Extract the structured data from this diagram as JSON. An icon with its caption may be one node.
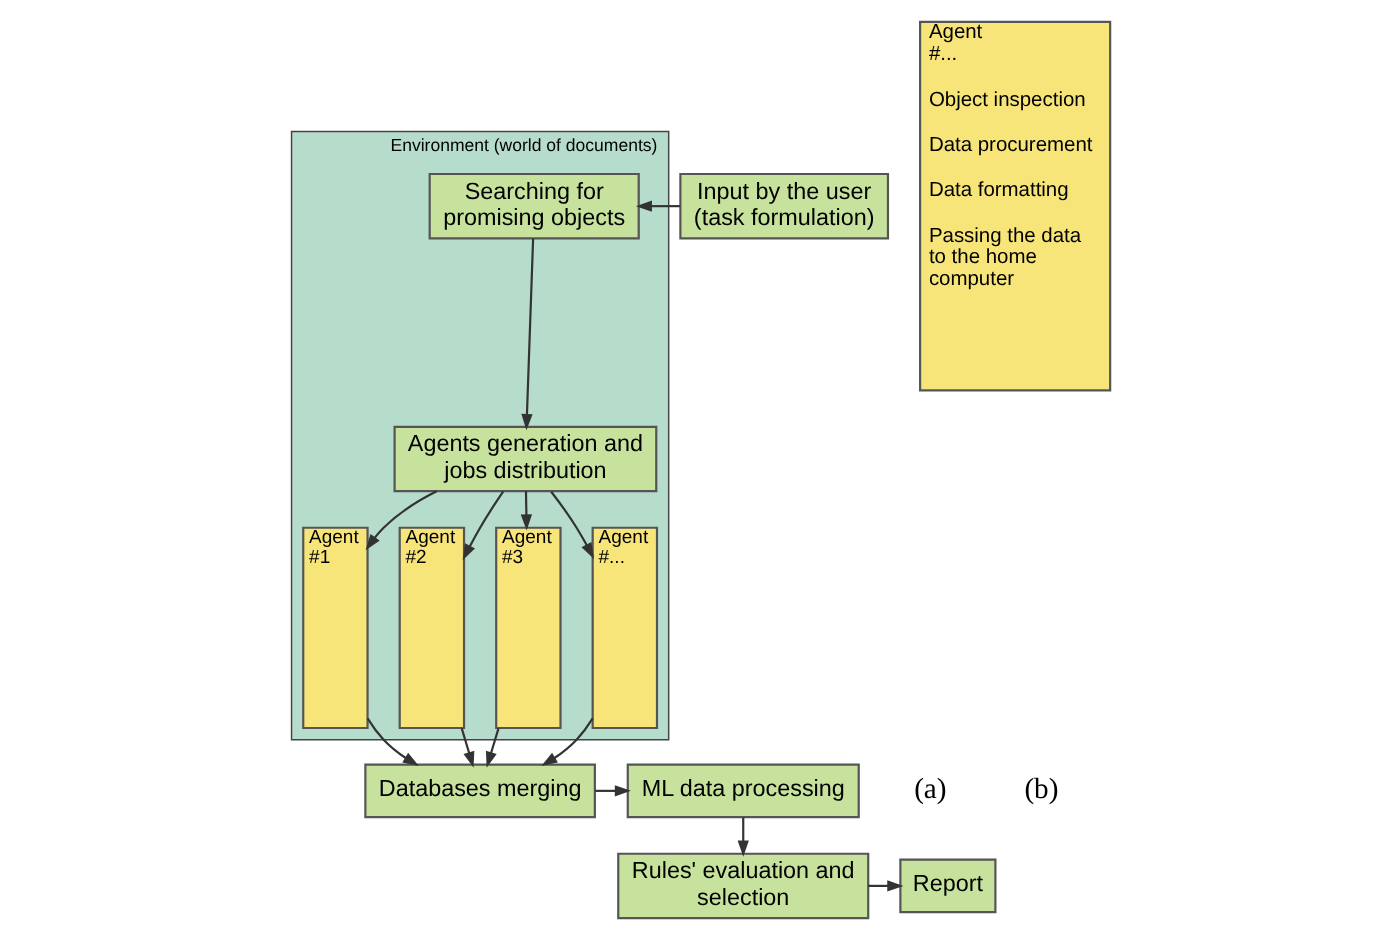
{
  "diagram": {
    "nodes": [
      {
        "text": [
          "Environment (world of documents)"
        ]
      },
      {
        "text": [
          "Input by the user (task formulation)"
        ]
      },
      {
        "text": [
          "Searching for promising objects"
        ],
        "in": 0
      },
      {
        "text": [
          "Agents generation and jobs distribution"
        ],
        "in": 0
      },
      {
        "text": [
          "Agent #1"
        ],
        "in": 0
      },
      {
        "text": [
          "Agent #2"
        ],
        "in": 0
      },
      {
        "text": [
          "Agent #3"
        ],
        "in": 0
      },
      {
        "text": [
          "Agent #..."
        ],
        "in": 0
      },
      {
        "text": [
          "Agent #...",
          "Object inspection",
          "Data procurement",
          "Data formatting",
          "Passing the data to the home computer"
        ]
      },
      {
        "text": [
          "Databases merging"
        ]
      },
      {
        "text": [
          "ML data processing"
        ]
      },
      {
        "text": [
          "Rules' evaluation and selection"
        ]
      },
      {
        "text": [
          "Report"
        ]
      }
    ],
    "edges": [
      {
        "from": 1,
        "to": 2,
        "arrow": "to"
      },
      {
        "from": 2,
        "to": 3,
        "arrow": "to"
      },
      {
        "from": 3,
        "to": 4,
        "arrow": "to"
      },
      {
        "from": 3,
        "to": 5,
        "arrow": "to"
      },
      {
        "from": 3,
        "to": 6,
        "arrow": "to"
      },
      {
        "from": 3,
        "to": 7,
        "arrow": "to"
      },
      {
        "from": 4,
        "to": 9,
        "arrow": "to"
      },
      {
        "from": 5,
        "to": 9,
        "arrow": "to"
      },
      {
        "from": 6,
        "to": 9,
        "arrow": "to"
      },
      {
        "from": 7,
        "to": 9,
        "arrow": "to"
      },
      {
        "from": 9,
        "to": 10,
        "arrow": "to"
      },
      {
        "from": 10,
        "to": 11,
        "arrow": "to"
      },
      {
        "from": 11,
        "to": 12,
        "arrow": "to"
      }
    ],
    "labels": [
      "(a)",
      "(b)"
    ]
  }
}
